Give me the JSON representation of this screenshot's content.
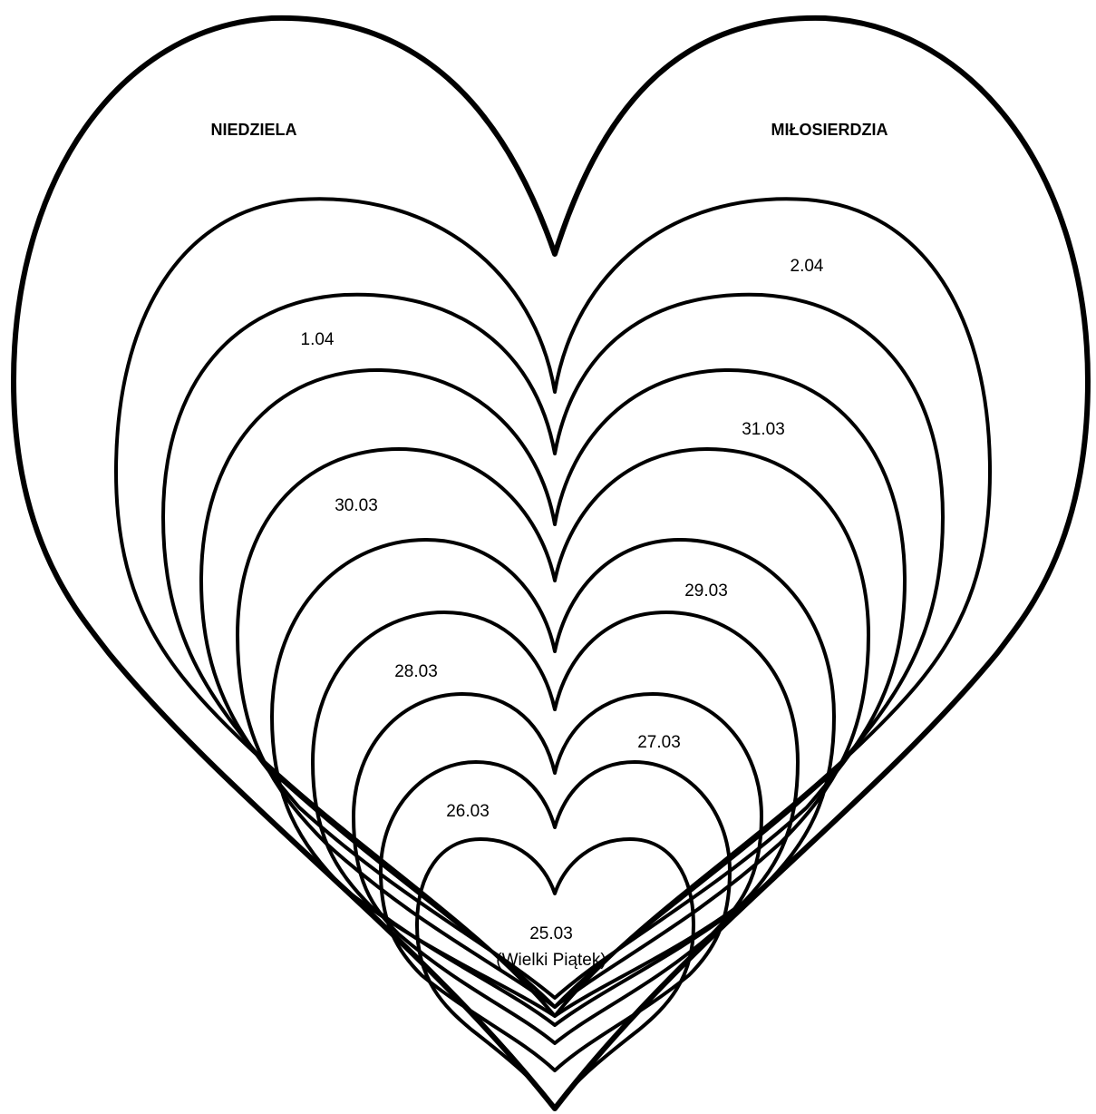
{
  "title": {
    "left": "NIEDZIELA",
    "right": "MIŁOSIERDZIA"
  },
  "days": [
    {
      "label": "25.03",
      "note": "(Wielki Piątek)"
    },
    {
      "label": "26.03"
    },
    {
      "label": "27.03"
    },
    {
      "label": "28.03"
    },
    {
      "label": "29.03"
    },
    {
      "label": "30.03"
    },
    {
      "label": "31.03"
    },
    {
      "label": "1.04"
    },
    {
      "label": "2.04"
    }
  ],
  "colors": {
    "stroke": "#000000",
    "background": "#ffffff"
  }
}
